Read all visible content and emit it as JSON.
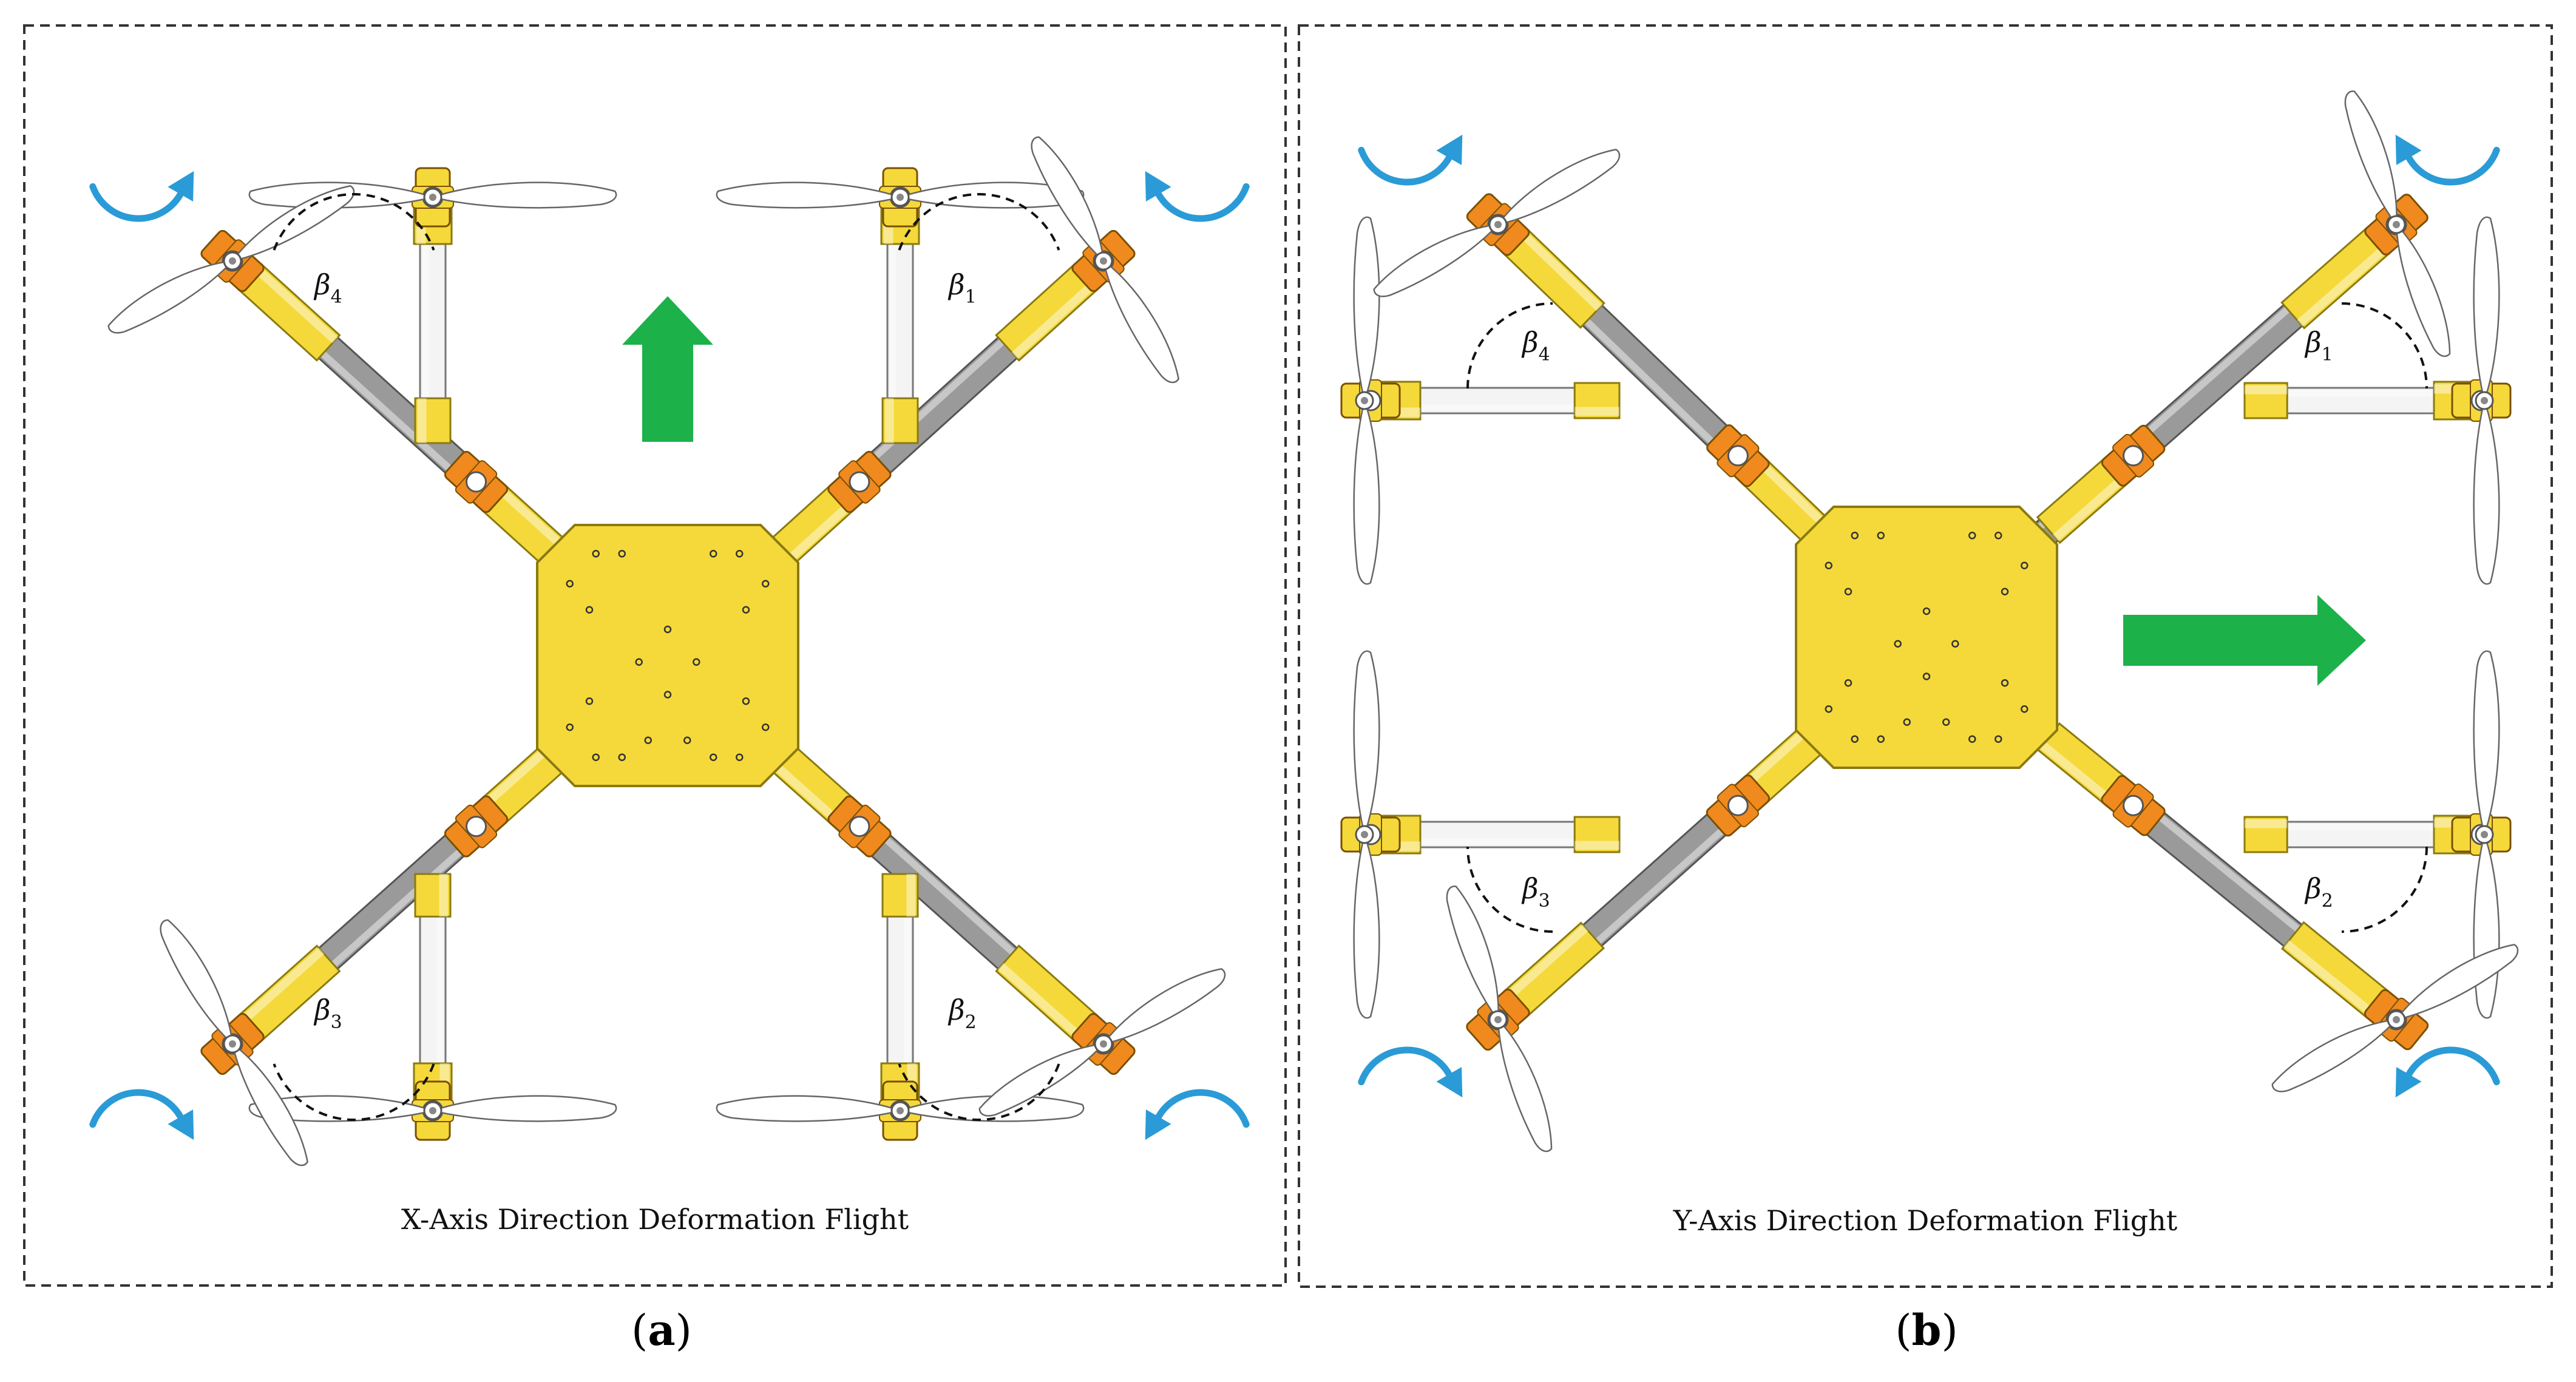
{
  "panels": [
    {
      "id": "a",
      "label_letter": "a",
      "caption": "X-Axis Direction Deformation Flight",
      "direction_arrow": "up",
      "arm_labels": [
        "β4",
        "β1",
        "β3",
        "β2"
      ]
    },
    {
      "id": "b",
      "label_letter": "b",
      "caption": "Y-Axis Direction Deformation Flight",
      "direction_arrow": "right",
      "arm_labels": [
        "β4",
        "β1",
        "β3",
        "β2"
      ]
    }
  ],
  "angle_symbol": "β",
  "angle_subscripts": {
    "front_right": "1",
    "rear_right": "2",
    "rear_left": "3",
    "front_left": "4"
  },
  "colors": {
    "frame_yellow": "#f5d93a",
    "frame_stroke": "#8a7a10",
    "arm_gray": "#9a9a9a",
    "motor_orange": "#f08a1e",
    "rotation_arrow": "#2a9bd6",
    "direction_arrow": "#1db14a",
    "border": "#333333"
  },
  "icons": {
    "rotation": "curved-rotation-arrow-icon",
    "direction": "direction-arrow-icon",
    "propeller": "propeller-icon"
  }
}
